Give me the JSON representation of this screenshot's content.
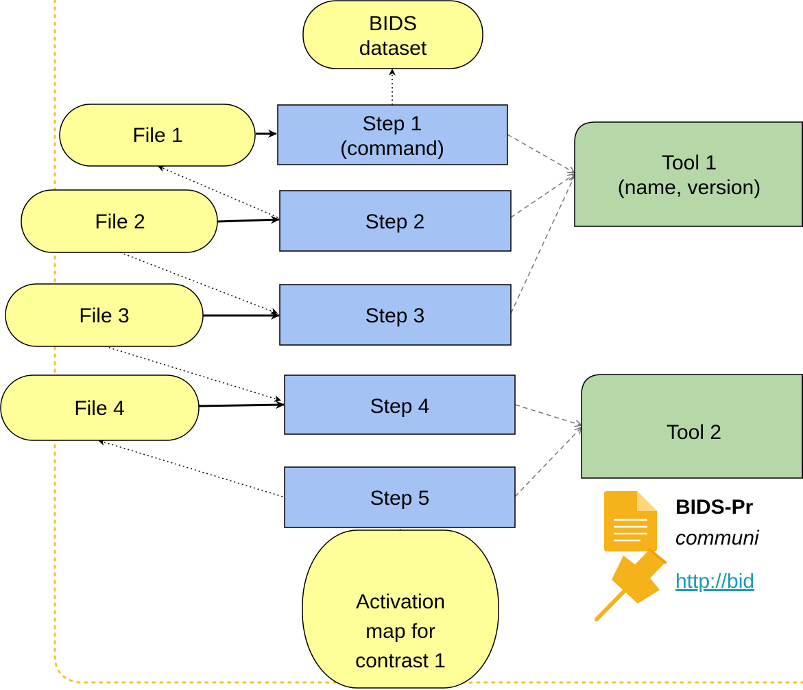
{
  "colors": {
    "file_fill": "#ffff99",
    "step_fill": "#a4c2f4",
    "tool_fill": "#b6d7a8",
    "border": "#000000",
    "dotted_frame": "#f1c232",
    "link": "#1a9bb0",
    "doc_icon": "#f6b21a",
    "pin_icon": "#f6b21a"
  },
  "dataset": {
    "line1": "BIDS",
    "line2": "dataset"
  },
  "files": [
    "File 1",
    "File 2",
    "File 3",
    "File 4"
  ],
  "steps": [
    {
      "line1": "Step 1",
      "line2": "(command)"
    },
    {
      "line1": "Step 2"
    },
    {
      "line1": "Step 3"
    },
    {
      "line1": "Step 4"
    },
    {
      "line1": "Step 5"
    }
  ],
  "tools": [
    {
      "line1": "Tool 1",
      "line2": "(name, version)"
    },
    {
      "line1": "Tool 2"
    }
  ],
  "activation": {
    "line1": "Activation",
    "line2": "map for",
    "line3": "contrast 1"
  },
  "note": {
    "title": "BIDS-Pr",
    "subtitle": "communi",
    "link": "http://bid"
  },
  "icons": {
    "doc": "document-icon",
    "pin": "pushpin-icon"
  }
}
